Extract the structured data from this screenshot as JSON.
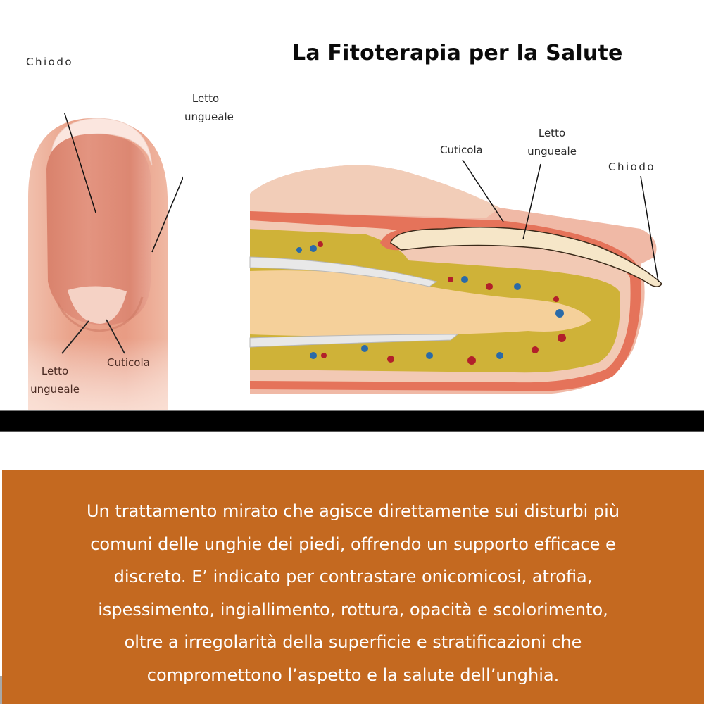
{
  "header": {
    "title": "La Fitoterapia per la Salute"
  },
  "front_view_labels": {
    "nail": "Chiodo",
    "nail_bed_top": [
      "Letto",
      "ungueale"
    ],
    "nail_bed_bottom": [
      "Letto",
      "ungueale"
    ],
    "cuticle": "Cuticola"
  },
  "section_view_labels": {
    "cuticle": "Cuticola",
    "nail_bed": [
      "Letto",
      "ungueale"
    ],
    "nail": "Chiodo"
  },
  "description": {
    "lines": [
      "Un trattamento mirato che agisce direttamente sui disturbi più",
      "comuni delle unghie dei piedi, offrendo un supporto efficace e",
      "discreto. E’ indicato per contrastare onicomicosi, atrofia,",
      "ispessimento, ingiallimento, rottura, opacità e scolorimento,",
      "oltre a irregolarità della superficie e stratificazioni che",
      "compromettono l’aspetto e la salute dell’unghia."
    ]
  },
  "colors": {
    "accent_orange": "#c46920",
    "bar_black": "#000000",
    "skin": "#eaa48c",
    "nail_pink": "#e08b75"
  }
}
